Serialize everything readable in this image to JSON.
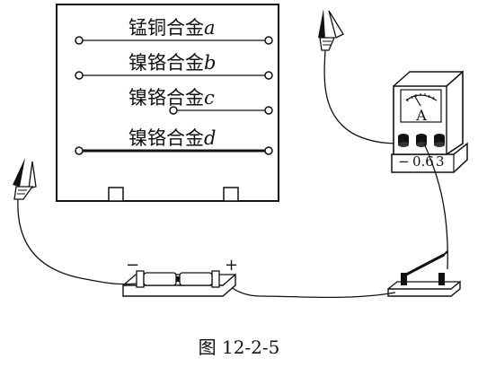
{
  "wire_labels": {
    "a": {
      "material": "锰铜合金",
      "letter": "a"
    },
    "b": {
      "material": "镍铬合金",
      "letter": "b"
    },
    "c": {
      "material": "镍铬合金",
      "letter": "c"
    },
    "d": {
      "material": "镍铬合金",
      "letter": "d"
    }
  },
  "ammeter": {
    "symbol": "A",
    "terminal_minus": "−",
    "terminal_06": "0.6",
    "terminal_3": "3"
  },
  "battery": {
    "minus": "−",
    "plus": "+"
  },
  "caption": "图 12-2-5"
}
